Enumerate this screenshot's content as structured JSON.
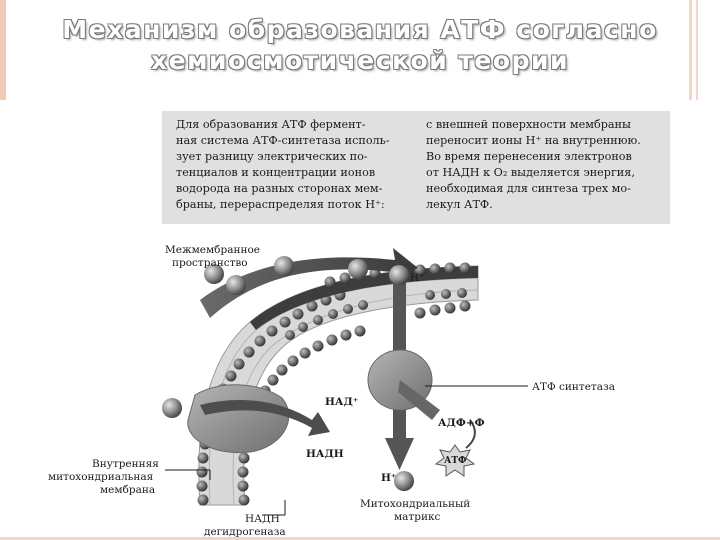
{
  "slide": {
    "title_line1": "Механизм образования АТФ согласно",
    "title_line2": "хемиосмотической теории"
  },
  "textbox": {
    "left_lines": [
      "Для образования АТФ фермент-",
      "ная система АТФ-синтетаза исполь-",
      "зует разницу электрических по-",
      "тенциалов и концентрации ионов",
      "водорода на разных сторонах мем-",
      "браны, перераспределяя поток H⁺:"
    ],
    "right_lines": [
      "с внешней поверхности мембраны",
      "переносит ионы H⁺ на внутреннюю.",
      "Во время перенесения электронов",
      "от НАДН к O₂ выделяется энергия,",
      "необходимая для синтеза трех мо-",
      "лекул АТФ."
    ]
  },
  "diagram": {
    "labels": {
      "intermembrane_line1": "Межмембранное",
      "intermembrane_line2": "пространство",
      "h_plus_top": "H⁺",
      "nad_plus": "НАД⁺",
      "atp_synthase": "АТФ синтетаза",
      "adp_f": "АДФ+Ф",
      "atp": "АТФ",
      "nadh_mid": "НАДН",
      "h_plus_bottom": "H⁺",
      "inner_membrane_line1": "Внутренняя",
      "inner_membrane_line2": "митохондриальная",
      "inner_membrane_line3": "мембрана",
      "matrix_line1": "Митохондриальный",
      "matrix_line2": "матрикс",
      "nadh_dehydro_line1": "НАДН",
      "nadh_dehydro_line2": "дегидрогеназа"
    }
  }
}
